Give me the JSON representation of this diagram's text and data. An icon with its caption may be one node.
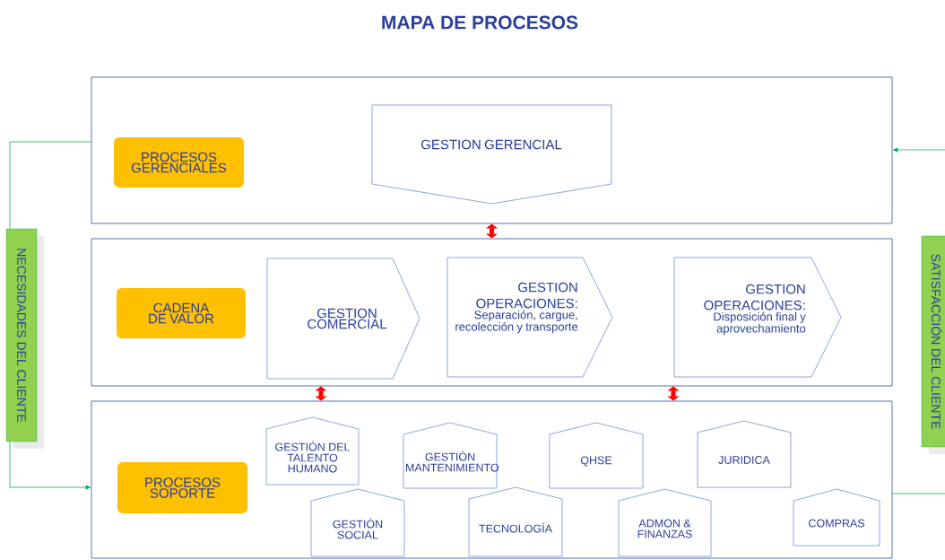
{
  "diagram": {
    "title": "MAPA DE PROCESOS",
    "nodes": [
      {
        "text": [],
        "shape": "box"
      },
      {
        "text": [
          "PROCESOS GERENCIALES"
        ],
        "in": 0
      },
      {
        "text": [
          "GESTION GERENCIAL"
        ],
        "in": 0
      },
      {
        "text": [],
        "shape": "box"
      },
      {
        "text": [
          "CADENA DE VALOR"
        ],
        "in": 3
      },
      {
        "text": [
          "GESTION COMERCIAL"
        ],
        "in": 3
      },
      {
        "text": [
          "GESTION OPERACIONES:",
          "Separación, cargue, recolección y transporte"
        ],
        "in": 3
      },
      {
        "text": [
          "GESTION OPERACIONES:",
          "Disposición final y aprovechamiento"
        ],
        "in": 3
      },
      {
        "text": [],
        "shape": "box"
      },
      {
        "text": [
          "PROCESOS SOPORTE"
        ],
        "in": 8
      },
      {
        "text": [
          "GESTIÓN DEL TALENTO HUMANO"
        ],
        "in": 8
      },
      {
        "text": [
          "GESTIÓN MANTENIMIENTO"
        ],
        "in": 8
      },
      {
        "text": [
          "QHSE"
        ],
        "in": 8
      },
      {
        "text": [
          "JURIDICA"
        ],
        "in": 8
      },
      {
        "text": [
          "GESTIÓN SOCIAL"
        ],
        "in": 8
      },
      {
        "text": [
          "TECNOLOGÍA"
        ],
        "in": 8
      },
      {
        "text": [
          "ADMON & FINANZAS"
        ],
        "in": 8
      },
      {
        "text": [
          "COMPRAS"
        ],
        "in": 8
      },
      {
        "text": [
          "NECESIDADES DEL CLIENTE"
        ]
      },
      {
        "text": [
          "SATISFACCIÓN DEL CLIENTE"
        ]
      }
    ],
    "edges": [
      {
        "from": 0,
        "to": 3,
        "arrow": "both",
        "style": "thick",
        "color": "#ff0000"
      },
      {
        "from": 3,
        "to": 8,
        "arrow": "both",
        "style": "thick",
        "color": "#ff0000"
      },
      {
        "from": 3,
        "to": 8,
        "arrow": "both",
        "style": "thick",
        "color": "#ff0000"
      },
      {
        "from": 0,
        "to": 18,
        "arrow": "none",
        "color": "#00b050"
      },
      {
        "from": 18,
        "to": 8,
        "arrow": "to",
        "color": "#00b050"
      },
      {
        "from": null,
        "to": 0,
        "arrow": "to",
        "color": "#00b050"
      },
      {
        "from": 8,
        "to": null,
        "arrow": "none",
        "color": "#00b050"
      }
    ]
  }
}
